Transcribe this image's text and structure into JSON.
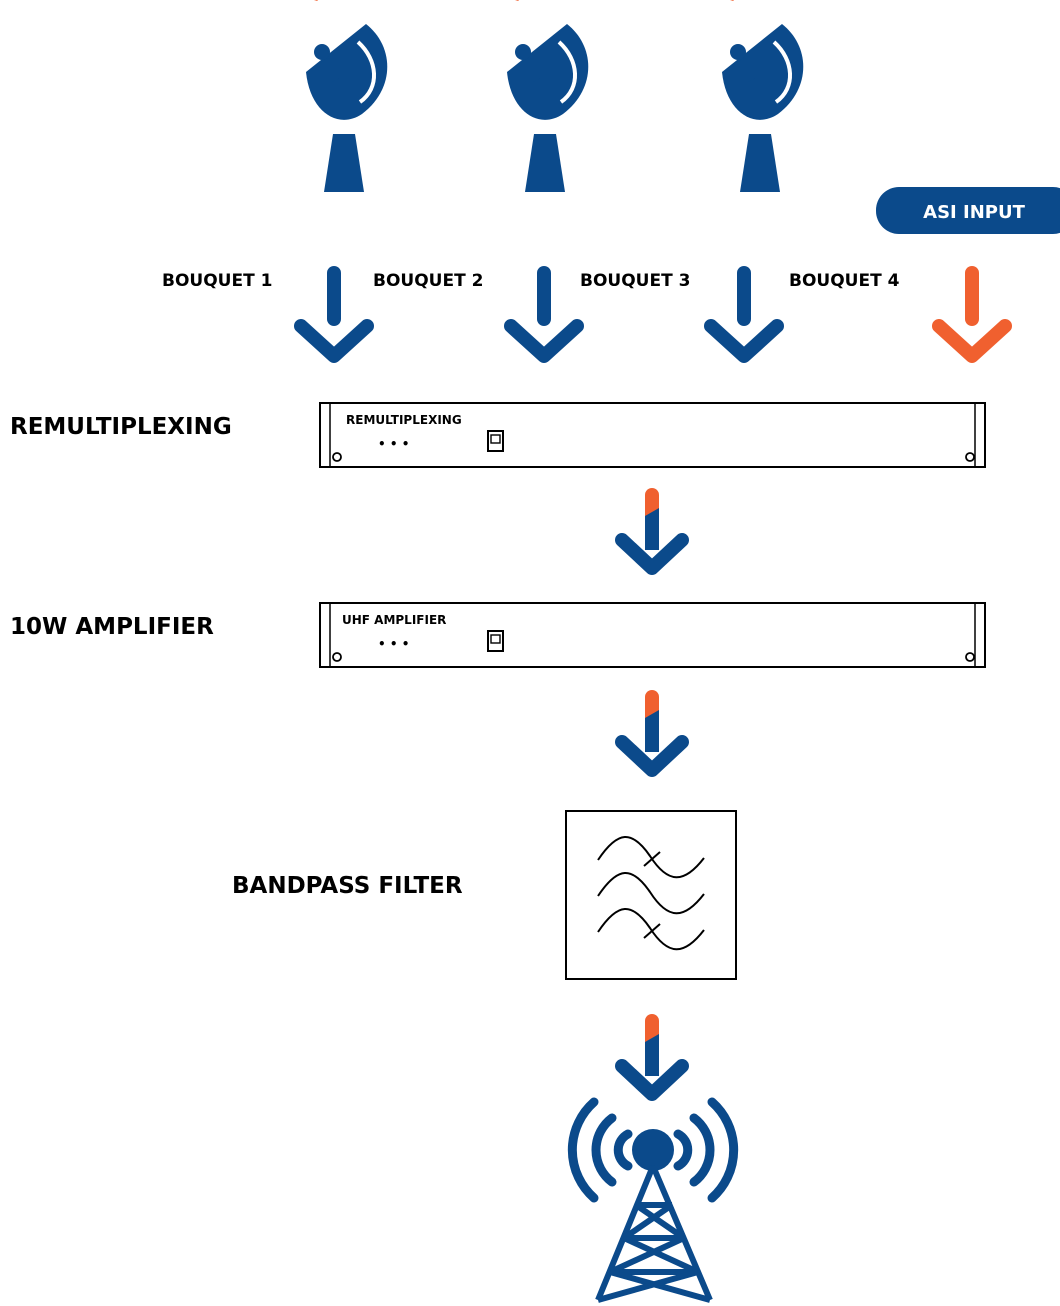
{
  "colors": {
    "blue": "#0b4a8b",
    "orange": "#f0602f",
    "black": "#000000"
  },
  "icons": {
    "satellite": "satellite-dish-icon",
    "tower": "broadcast-tower-icon",
    "filter": "bandpass-filter-icon"
  },
  "input_badge": "ASI INPUT",
  "bouquets": [
    "BOUQUET 1",
    "BOUQUET 2",
    "BOUQUET 3",
    "BOUQUET 4"
  ],
  "stages": {
    "remux": {
      "label": "REMULTIPLEXING",
      "device_label": "REMULTIPLEXING",
      "device_dots": "• • •"
    },
    "amplifier": {
      "label": "10W AMPLIFIER",
      "device_label": "UHF AMPLIFIER",
      "device_dots": "• • •"
    },
    "filter": {
      "label": "BANDPASS FILTER"
    }
  }
}
